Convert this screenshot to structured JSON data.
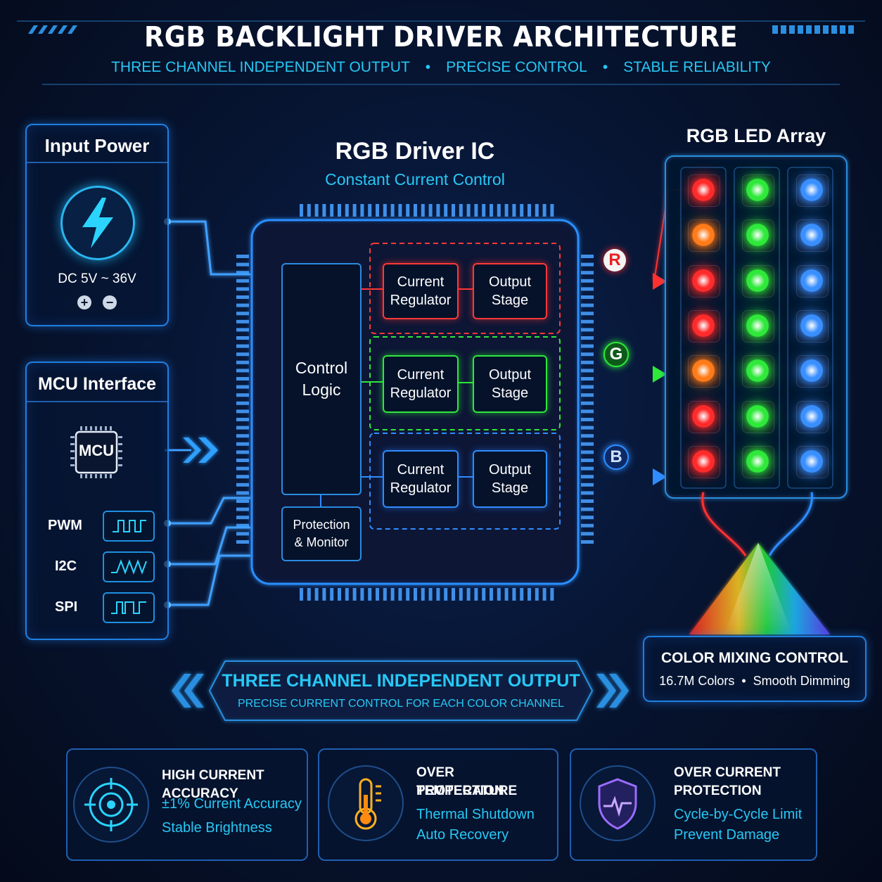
{
  "header": {
    "title": "RGB BACKLIGHT DRIVER ARCHITECTURE",
    "subtitle_items": [
      "THREE CHANNEL INDEPENDENT OUTPUT",
      "PRECISE CONTROL",
      "STABLE RELIABILITY"
    ],
    "separator": "•"
  },
  "input_power": {
    "title": "Input Power",
    "voltage": "DC 5V ~ 36V",
    "plus": "+",
    "minus": "−"
  },
  "mcu_interface": {
    "title": "MCU Interface",
    "chip_label": "MCU",
    "signals": [
      "PWM",
      "I2C",
      "SPI"
    ]
  },
  "driver_ic": {
    "title": "RGB Driver IC",
    "subtitle": "Constant Current Control",
    "control_logic": [
      "Control",
      "Logic"
    ],
    "protection": [
      "Protection",
      "& Monitor"
    ],
    "channels": [
      {
        "label": "R",
        "regulator": [
          "Current",
          "Regulator"
        ],
        "output": [
          "Output",
          "Stage"
        ],
        "color": "#ff3030"
      },
      {
        "label": "G",
        "regulator": [
          "Current",
          "Regulator"
        ],
        "output": [
          "Output",
          "Stage"
        ],
        "color": "#2ee83a"
      },
      {
        "label": "B",
        "regulator": [
          "Current",
          "Regulator"
        ],
        "output": [
          "Output",
          "Stage"
        ],
        "color": "#2f8dff"
      }
    ]
  },
  "led_array": {
    "title": "RGB LED Array",
    "columns": [
      {
        "colors": [
          "#ff2a2a",
          "#ff7a18",
          "#ff2a2a",
          "#ff2a2a",
          "#ff7a18",
          "#ff2a2a",
          "#ff2a2a"
        ]
      },
      {
        "colors": [
          "#2ee83a",
          "#2ee83a",
          "#2ee83a",
          "#2ee83a",
          "#2ee83a",
          "#2ee83a",
          "#2ee83a"
        ]
      },
      {
        "colors": [
          "#3a8fff",
          "#3a8fff",
          "#3a8fff",
          "#3a8fff",
          "#3a8fff",
          "#3a8fff",
          "#3a8fff"
        ]
      }
    ]
  },
  "color_mixing": {
    "title": "COLOR MIXING CONTROL",
    "details": [
      "16.7M Colors",
      "Smooth Dimming"
    ],
    "separator": "•"
  },
  "banner": {
    "title": "THREE CHANNEL INDEPENDENT OUTPUT",
    "subtitle": "PRECISE CURRENT CONTROL FOR EACH COLOR CHANNEL"
  },
  "features": [
    {
      "icon": "target-icon",
      "title": [
        "HIGH CURRENT ACCURACY"
      ],
      "details": [
        "±1% Current Accuracy",
        "Stable Brightness"
      ]
    },
    {
      "icon": "thermometer-icon",
      "title": [
        "OVER TEMPERATURE",
        "PROTECTION"
      ],
      "details": [
        "Thermal Shutdown",
        "Auto Recovery"
      ]
    },
    {
      "icon": "shield-icon",
      "title": [
        "OVER CURRENT",
        "PROTECTION"
      ],
      "details": [
        "Cycle-by-Cycle Limit",
        "Prevent Damage"
      ]
    }
  ],
  "colors": {
    "accent": "#27c8f5",
    "panel_border": "#1f7fe0",
    "red": "#ff3030",
    "green": "#2ee83a",
    "blue": "#2f8dff",
    "background": "#050b1c"
  }
}
